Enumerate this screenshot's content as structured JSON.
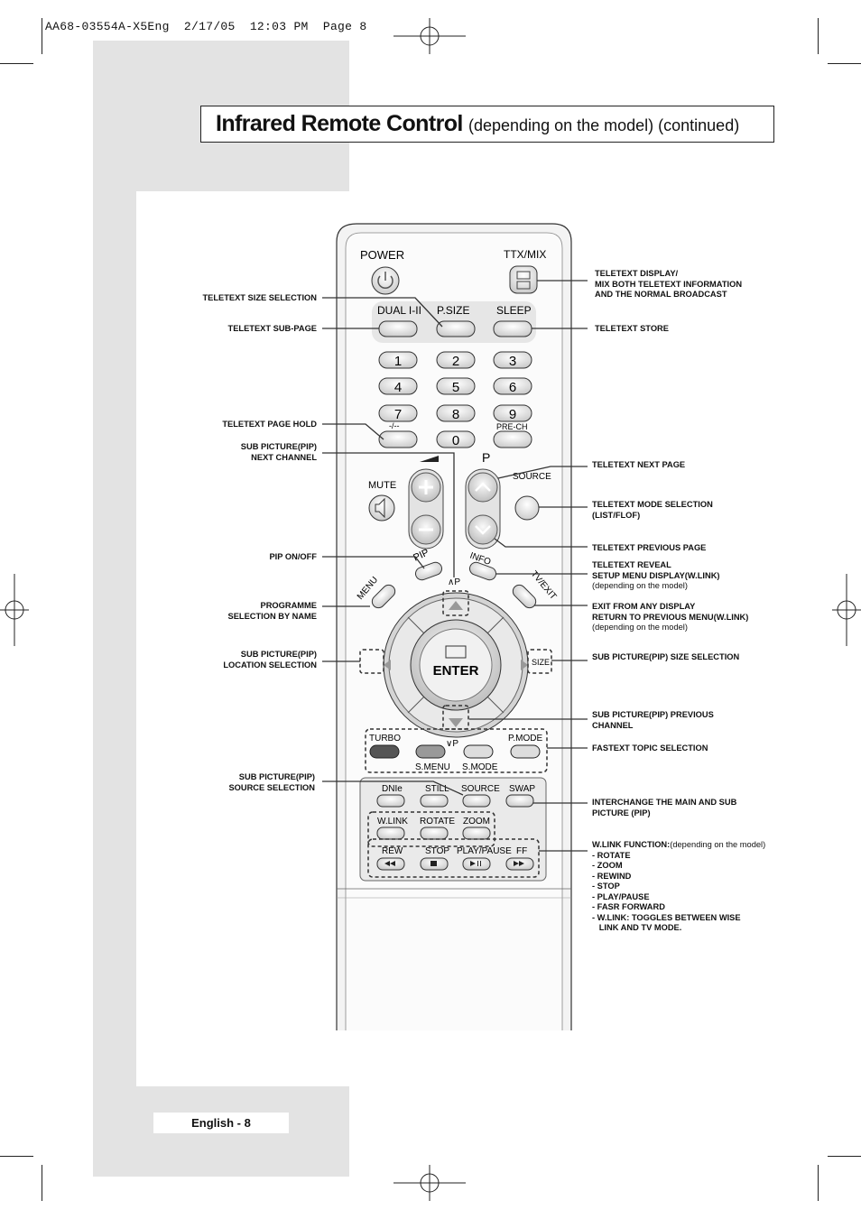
{
  "print_header": "AA68-03554A-X5Eng  2/17/05  12:03 PM  Page 8",
  "title": {
    "main": "Infrared Remote Control",
    "sub": "(depending on the model) (continued)"
  },
  "remote": {
    "power": "POWER",
    "ttx_mix": "TTX/MIX",
    "dual": "DUAL I-II",
    "psize": "P.SIZE",
    "sleep": "SLEEP",
    "digits": [
      "1",
      "2",
      "3",
      "4",
      "5",
      "6",
      "7",
      "8",
      "9",
      "0"
    ],
    "dash": "-/--",
    "prech": "PRE-CH",
    "p": "P",
    "mute": "MUTE",
    "source": "SOURCE",
    "pip": "PIP",
    "info": "INFO",
    "menu": "MENU",
    "tvexit": "TV/EXIT",
    "enter": "ENTER",
    "size": "SIZE",
    "turbo": "TURBO",
    "pmode": "P.MODE",
    "smenu": "S.MENU",
    "smode": "S.MODE",
    "vp": "∨P",
    "ap": "∧P",
    "dnie": "DNIe",
    "still": "STILL",
    "source2": "SOURCE",
    "swap": "SWAP",
    "wlink": "W.LINK",
    "rotate": "ROTATE",
    "zoom": "ZOOM",
    "rew": "REW",
    "stop": "STOP",
    "playpause": "PLAY/PAUSE",
    "ff": "FF"
  },
  "labels_left": [
    "TELETEXT SIZE SELECTION",
    "TELETEXT SUB-PAGE",
    "TELETEXT PAGE HOLD",
    "SUB PICTURE(PIP)\nNEXT CHANNEL",
    "PIP ON/OFF",
    "PROGRAMME\nSELECTION BY NAME",
    "SUB PICTURE(PIP)\nLOCATION SELECTION",
    "SUB PICTURE(PIP)\nSOURCE SELECTION"
  ],
  "labels_right": [
    "TELETEXT DISPLAY/\nMIX BOTH TELETEXT INFORMATION\nAND THE NORMAL BROADCAST",
    "TELETEXT STORE",
    "TELETEXT NEXT PAGE",
    "TELETEXT MODE SELECTION\n(LIST/FLOF)",
    "TELETEXT PREVIOUS PAGE",
    "SUB PICTURE(PIP) SIZE SELECTION",
    "SUB PICTURE(PIP) PREVIOUS\nCHANNEL",
    "FASTEXT TOPIC SELECTION",
    "INTERCHANGE THE MAIN AND SUB\nPICTURE (PIP)"
  ],
  "reveal": {
    "line1": "TELETEXT REVEAL",
    "line2": "SETUP MENU DISPLAY(W.LINK)",
    "note": "(depending on the model)"
  },
  "exit": {
    "line1": "EXIT FROM ANY DISPLAY",
    "line2": "RETURN TO PREVIOUS MENU(W.LINK)",
    "note": "(depending on the model)"
  },
  "wlink_function": {
    "head": "W.LINK FUNCTION:",
    "note": "(depending on the model)",
    "items": [
      "- ROTATE",
      "- ZOOM",
      "- REWIND",
      "- STOP",
      "- PLAY/PAUSE",
      "- FASR FORWARD",
      "- W.LINK: TOGGLES BETWEEN WISE",
      "   LINK AND TV MODE."
    ]
  },
  "footer": "English - 8"
}
